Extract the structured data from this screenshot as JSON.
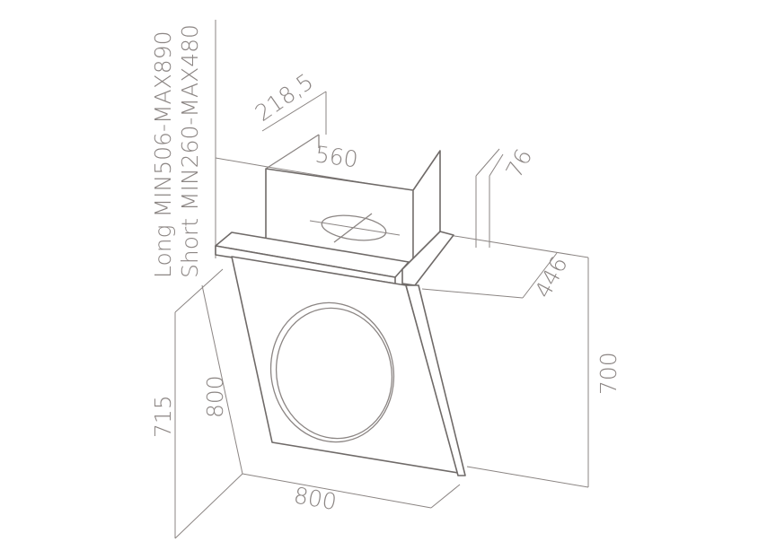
{
  "dimensions": {
    "long": "Long MIN506-MAX890",
    "short": "Short MIN260-MAX480",
    "d_218_5": "218,5",
    "d_560": "560",
    "d_76": "76",
    "d_446": "446",
    "d_700": "700",
    "d_800_side": "800",
    "d_715": "715",
    "d_800_bottom": "800"
  }
}
